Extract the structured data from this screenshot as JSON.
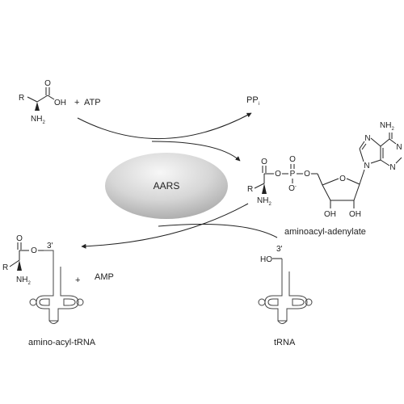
{
  "reaction": {
    "enzyme": "AARS",
    "plus": "+",
    "atp": "ATP",
    "pp": "PP",
    "pp_sub": "i",
    "amp": "AMP"
  },
  "amino_acid": {
    "r": "R",
    "nh2": "NH",
    "nh2_sub": "2",
    "oh": "OH",
    "o": "O"
  },
  "adenylate": {
    "label": "aminoacyl-adenylate",
    "r": "R",
    "nh2": "NH",
    "nh2_sub": "2",
    "o_carbonyl": "O",
    "o_ester": "O",
    "p": "P",
    "o_p_top": "O",
    "o_p_right": "O",
    "o_minus": "O",
    "minus": "-",
    "o_ring": "O",
    "oh_left": "OH",
    "oh_right": "OH",
    "nh2_base": "NH",
    "nh2_base_sub": "2",
    "n": "N"
  },
  "aminoacyl_trna": {
    "label": "amino-acyl-tRNA",
    "three_prime": "3'",
    "r": "R",
    "nh2": "NH",
    "nh2_sub": "2",
    "o_carbonyl": "O",
    "o_ester": "O"
  },
  "trna": {
    "label": "tRNA",
    "three_prime": "3'",
    "ho": "HO"
  },
  "colors": {
    "ink": "#222222",
    "enzyme_light": "#f7f7f7",
    "enzyme_dark": "#a8a8a8"
  }
}
